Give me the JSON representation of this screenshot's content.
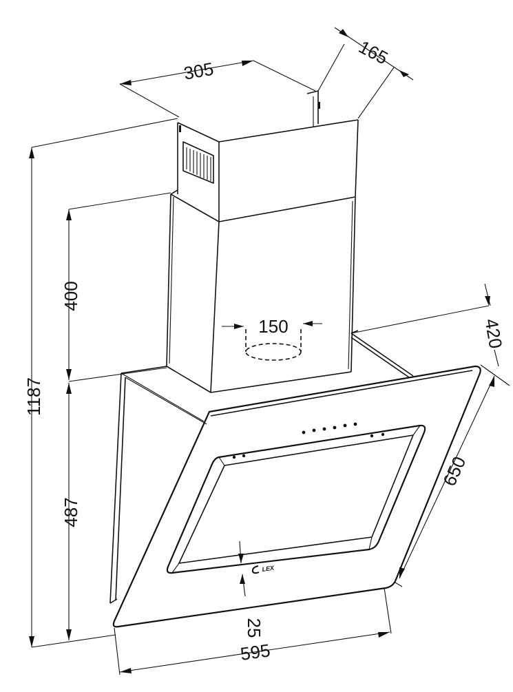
{
  "dimensions": {
    "total_height": "1187",
    "chimney_height": "400",
    "body_height": "487",
    "chimney_width": "305",
    "chimney_depth": "165",
    "duct_diameter": "150",
    "body_depth": "420",
    "glass_height": "650",
    "body_width": "595",
    "bottom_offset": "25"
  },
  "brand": "LEX",
  "icons": {
    "vent_grille": "vent-grille-icon",
    "control_buttons": "control-buttons-icon",
    "logo_mark": "lex-logo-icon"
  }
}
